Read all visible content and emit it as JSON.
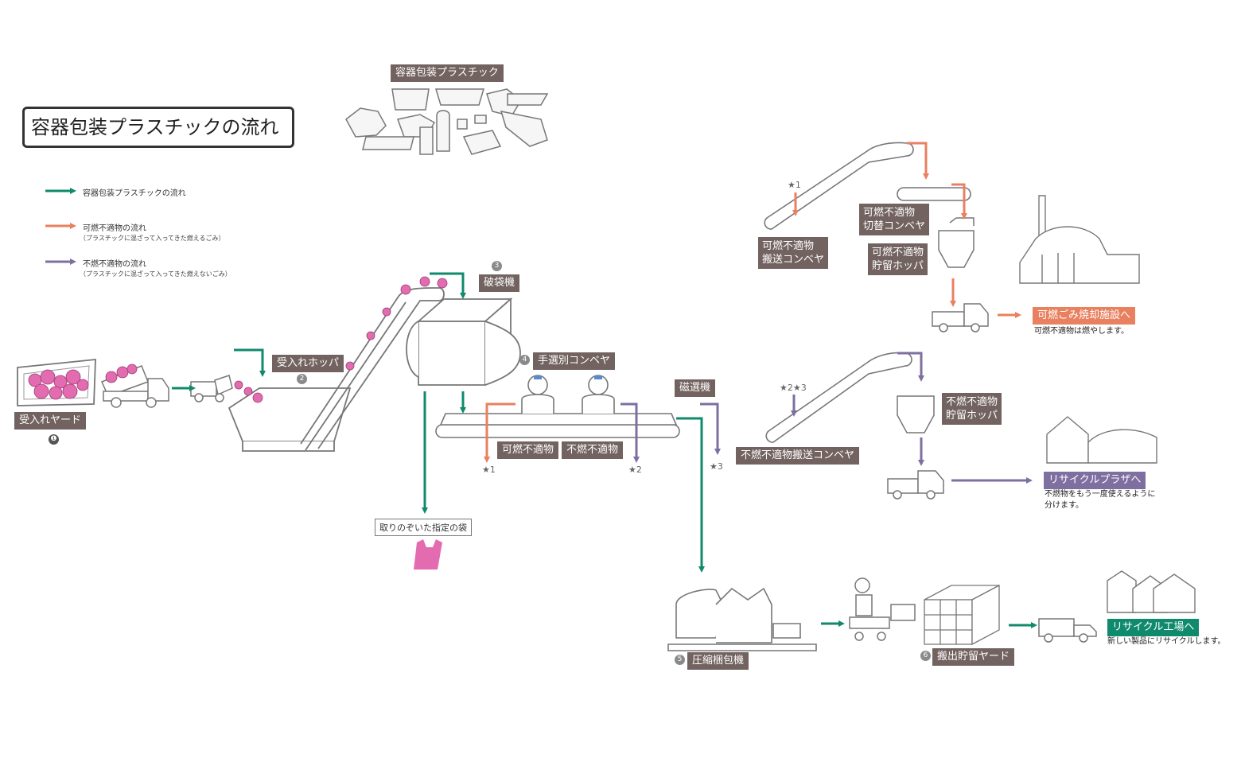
{
  "title": "容器包装プラスチックの流れ",
  "colors": {
    "green": "#108a6c",
    "orange": "#e9805f",
    "purple": "#7e6fa0",
    "label_bg": "#726360",
    "pink": "#e36bb0"
  },
  "legend": [
    {
      "text": "容器包装プラスチックの流れ",
      "sub": "",
      "color": "green"
    },
    {
      "text": "可燃不適物の流れ",
      "sub": "（プラスチックに混ざって入ってきた燃えるごみ）",
      "color": "orange"
    },
    {
      "text": "不燃不適物の流れ",
      "sub": "（プラスチックに混ざって入ってきた燃えないごみ）",
      "color": "purple"
    }
  ],
  "labels": {
    "plastics": "容器包装プラスチック",
    "yard": "受入れヤード",
    "hopper": "受入れホッパ",
    "breaker": "破袋機",
    "hand_sort": "手選別コンベヤ",
    "magnet": "磁選機",
    "combustible_sort": "可燃不適物",
    "noncombustible_sort": "不燃不適物",
    "removed_bags": "取りのぞいた指定の袋",
    "baler": "圧縮梱包機",
    "storage_yard": "搬出貯留ヤード",
    "comb_conveyor": "可燃不適物\n搬送コンベヤ",
    "switch_conveyor": "可燃不適物\n切替コンベヤ",
    "comb_hopper": "可燃不適物\n貯留ホッパ",
    "incinerator": "可燃ごみ焼却施設へ",
    "incinerator_note": "可燃不適物は燃やします。",
    "noncomb_conveyor": "不燃不適物搬送コンベヤ",
    "noncomb_hopper": "不燃不適物\n貯留ホッパ",
    "recycle_plaza": "リサイクルプラザへ",
    "recycle_plaza_note": "不燃物をもう一度使えるように\n分けます。",
    "recycle_factory": "リサイクル工場へ",
    "recycle_factory_note": "新しい製品にリサイクルします。"
  },
  "step_numbers": {
    "yard": "❶",
    "hopper": "2",
    "breaker": "3",
    "hand_sort": "4",
    "baler": "5",
    "storage_yard": "6"
  },
  "stars": {
    "s1": "★1",
    "s2": "★2",
    "s3": "★3",
    "s1_top": "★1",
    "s23": "★2★3"
  }
}
